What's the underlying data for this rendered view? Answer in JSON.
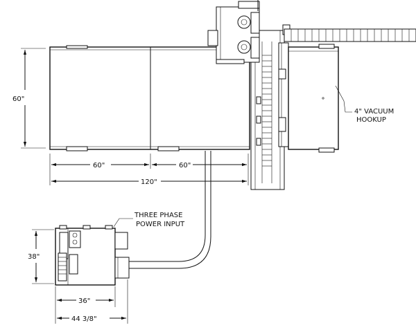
{
  "labels": {
    "table_height": "60\"",
    "vacuum_line1": "4\" VACUUM",
    "vacuum_line2": "HOOKUP",
    "left_half_width": "60\"",
    "right_half_width": "60\"",
    "table_total_width": "120\"",
    "power_line1": "THREE PHASE",
    "power_line2": "POWER INPUT",
    "cabinet_height": "38\"",
    "cabinet_width": "36\"",
    "cabinet_overall_width": "44 3/8\""
  }
}
